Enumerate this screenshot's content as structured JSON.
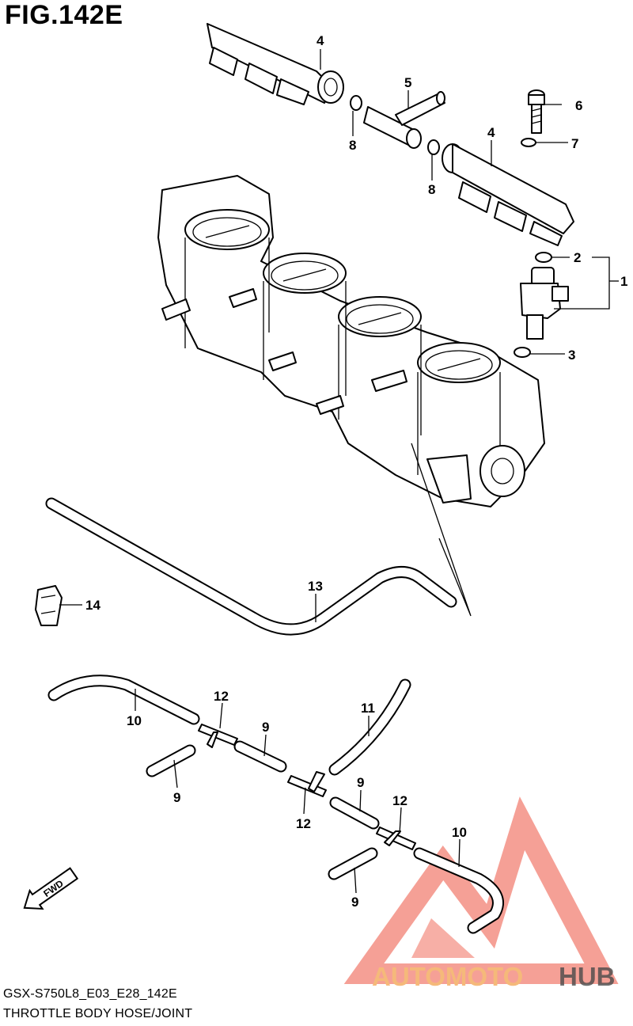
{
  "figure": {
    "title": "FIG.142E",
    "code": "GSX-S750L8_E03_E28_142E",
    "caption": "THROTTLE BODY HOSE/JOINT"
  },
  "callouts": {
    "p1": "1",
    "p2": "2",
    "p3": "3",
    "p4a": "4",
    "p4b": "4",
    "p5": "5",
    "p6": "6",
    "p7": "7",
    "p8a": "8",
    "p8b": "8",
    "p9a": "9",
    "p9b": "9",
    "p9c": "9",
    "p9d": "9",
    "p10a": "10",
    "p10b": "10",
    "p11": "11",
    "p12a": "12",
    "p12b": "12",
    "p12c": "12",
    "p13": "13",
    "p14": "14"
  },
  "fwd_label": "FWD",
  "watermark": {
    "part1": "AUTOMOTO",
    "part2": "HUB",
    "color_primary": "#f06a5a",
    "color_secondary": "#f5b97a",
    "color_dark": "#4a4a4a"
  }
}
